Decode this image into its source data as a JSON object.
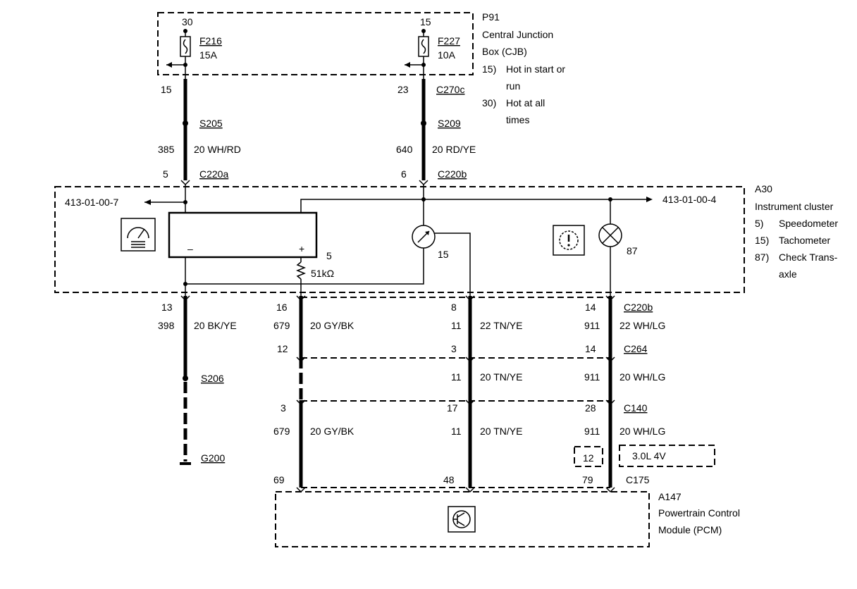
{
  "cjb": {
    "id": "P91",
    "name_line1": "Central Junction",
    "name_line2": "Box (CJB)",
    "note15_num": "15)",
    "note15_line1": "Hot in start or",
    "note15_line2": "run",
    "note30_num": "30)",
    "note30_line1": "Hot at all",
    "note30_line2": "times"
  },
  "fuses": [
    {
      "terminal": "30",
      "id": "F216",
      "rating": "15A"
    },
    {
      "terminal": "15",
      "id": "F227",
      "rating": "10A"
    }
  ],
  "upper_wires": {
    "left": {
      "pin_top": "15",
      "splice": "S205",
      "circuit": "385",
      "gauge_color": "20 WH/RD",
      "pin_bottom": "5",
      "connector": "C220a"
    },
    "right": {
      "pin_top": "23",
      "connector_top": "C270c",
      "splice": "S209",
      "circuit": "640",
      "gauge_color": "20 RD/YE",
      "pin_bottom": "6",
      "connector": "C220b"
    }
  },
  "cluster": {
    "id": "A30",
    "name": "Instrument cluster",
    "ref_left": "413-01-00-7",
    "ref_right": "413-01-00-4",
    "n5_num": "5)",
    "n5_text": "Speedometer",
    "n15_num": "15)",
    "n15_text": "Tachometer",
    "n87_num": "87)",
    "n87_line1": "Check Trans-",
    "n87_line2": "axle",
    "minus": "–",
    "plus": "+",
    "label_5": "5",
    "resistor": "51kΩ",
    "label_15": "15",
    "label_87": "87",
    "icons": [
      "speedometer-icon",
      "tachometer-icon",
      "warning-gear-icon",
      "lamp-icon"
    ]
  },
  "lower": {
    "c220b": "C220b",
    "c264": "C264",
    "c140": "C140",
    "c175": "C175",
    "g200": "G200",
    "s206": "S206",
    "w1_pin": "13",
    "w1_circuit": "398",
    "w1_color": "20 BK/YE",
    "w2_pin": "16",
    "w2_circuit": "679",
    "w2_color": "20 GY/BK",
    "w2_pin_c264": "12",
    "w3_pin": "8",
    "w3_circuit": "11",
    "w3_color": "22 TN/YE",
    "w3_pin_c264": "3",
    "w4_pin": "14",
    "w4_circuit": "911",
    "w4_color": "22 WH/LG",
    "w4_pin_c264": "14",
    "mid_w3_circuit": "11",
    "mid_w3_color": "20 TN/YE",
    "mid_w4_circuit": "911",
    "mid_w4_color": "20 WH/LG",
    "c140_w2_pin": "3",
    "c140_w2_circuit": "679",
    "c140_w2_color": "20 GY/BK",
    "c140_w3_pin": "17",
    "c140_w3_circuit": "11",
    "c140_w3_color": "20 TN/YE",
    "c140_w4_pin": "28",
    "c140_w4_circuit": "911",
    "c140_w4_color": "20 WH/LG",
    "pin_12_box": "12",
    "engine_box": "3.0L 4V",
    "pcm_w2_pin": "69",
    "pcm_w3_pin": "48",
    "pcm_w4_pin": "79"
  },
  "pcm": {
    "id": "A147",
    "name_line1": "Powertrain Control",
    "name_line2": "Module (PCM)",
    "icon": "transistor-icon"
  }
}
